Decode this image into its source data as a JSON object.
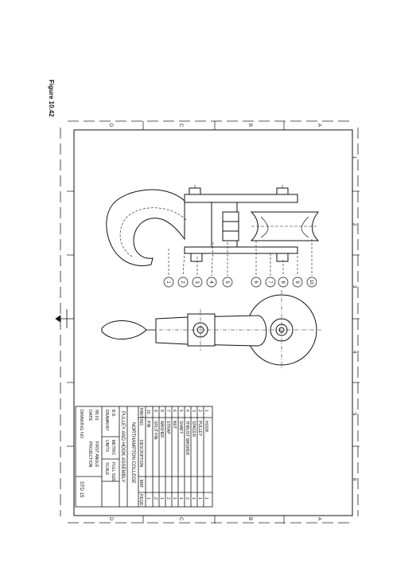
{
  "figure_label": "Figure 10.42",
  "border_letters": [
    "D",
    "C",
    "B",
    "A"
  ],
  "border_numbers": [
    "1",
    "2",
    "3",
    "4",
    "5",
    "6"
  ],
  "balloons": [
    "1",
    "2",
    "3",
    "4",
    "5",
    "6",
    "7",
    "8",
    "9",
    "10"
  ],
  "title_block": {
    "college": "NORTHAMPTON COLLEGE",
    "title": "PULLEY AND HOOK ASSEMBLY",
    "drawn_by_label": "DRAWN BY",
    "drawn_by_value": "B.D.",
    "date_label": "DATE",
    "date_value": "08.01",
    "units_label": "UNITS",
    "units_value": "METRIC",
    "projection_label": "PROJECTION",
    "projection_value": "FIRST ANGLE",
    "scale_label": "SCALE",
    "scale_value": "FULL SIZE",
    "drawing_no_label": "DRAWING NO",
    "drawing_no_value": "STD 15",
    "header": {
      "part": "PART NO",
      "desc": "DESCRIPTION",
      "mat": "MAT",
      "req": "REQD"
    },
    "parts": [
      {
        "no": "10",
        "desc": "PIN",
        "mat": "",
        "req": "1"
      },
      {
        "no": "9",
        "desc": "SPLIT PIN",
        "mat": "",
        "req": "2"
      },
      {
        "no": "8",
        "desc": "WASHER",
        "mat": "",
        "req": "1"
      },
      {
        "no": "7",
        "desc": "STRAP",
        "mat": "",
        "req": "2"
      },
      {
        "no": "6",
        "desc": "NUT",
        "mat": "",
        "req": "1"
      },
      {
        "no": "5",
        "desc": "SHAFT",
        "mat": "",
        "req": "1"
      },
      {
        "no": "4",
        "desc": "THRUST WASHER",
        "mat": "",
        "req": "2"
      },
      {
        "no": "3",
        "desc": "SPACER",
        "mat": "",
        "req": "1"
      },
      {
        "no": "2",
        "desc": "PULLEY",
        "mat": "",
        "req": "1"
      },
      {
        "no": "1",
        "desc": "HOOK",
        "mat": "",
        "req": "1"
      }
    ]
  }
}
